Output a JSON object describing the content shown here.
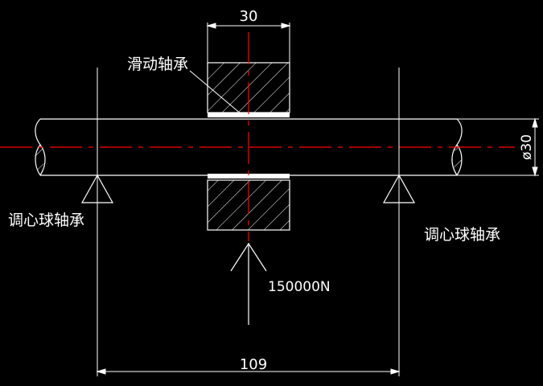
{
  "diagram": {
    "top_dimension": "30",
    "diameter_dimension": "ø30",
    "bottom_dimension": "109",
    "sliding_bearing_label": "滑动轴承",
    "left_bearing_label": "调心球轴承",
    "right_bearing_label": "调心球轴承",
    "load_label": "150000N"
  },
  "colors": {
    "background": "#000000",
    "lines": "#ffffff",
    "centerline": "#ff0000"
  }
}
